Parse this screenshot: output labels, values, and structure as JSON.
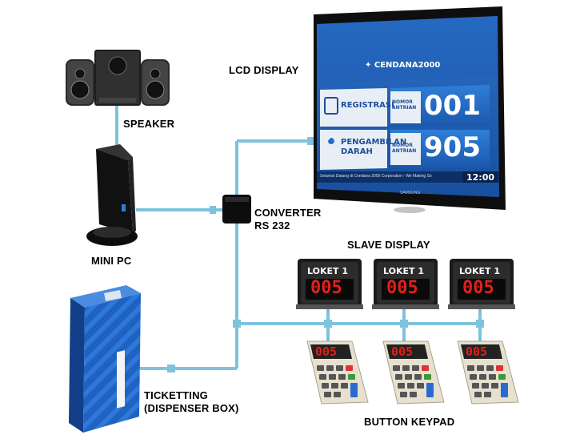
{
  "labels": {
    "lcd": "LCD DISPLAY",
    "speaker": "SPEAKER",
    "mini_pc": "MINI PC",
    "converter_line1": "CONVERTER",
    "converter_line2": "RS 232",
    "slave_display": "SLAVE DISPLAY",
    "ticketing_line1": "TICKETTING",
    "ticketing_line2": "(DISPENSER BOX)",
    "button_keypad": "BUTTON KEYPAD"
  },
  "lcd_screen": {
    "brand": "CENDANA2000",
    "rows": [
      {
        "service": "REGISTRASI",
        "service_line2": "",
        "queue_label_1": "NOMOR",
        "queue_label_2": "ANTRIAN",
        "number": "001"
      },
      {
        "service": "PENGAMBILAN",
        "service_line2": "DARAH",
        "queue_label_1": "NOMOR",
        "queue_label_2": "ANTRIAN",
        "number": "905"
      }
    ],
    "ticker": "Selamat Datang di Cendana 2000 Corporation - We Making So",
    "clock": "12:00",
    "tv_brand": "SAMSUNG"
  },
  "slave_displays": [
    {
      "title": "LOKET 1",
      "number": "005"
    },
    {
      "title": "LOKET 1",
      "number": "005"
    },
    {
      "title": "LOKET 1",
      "number": "005"
    }
  ],
  "keypads": [
    {
      "number": "005"
    },
    {
      "number": "005"
    },
    {
      "number": "005"
    }
  ],
  "colors": {
    "connector": "#7ec3dc",
    "screen_blue": "#1e5fb4",
    "led_red": "#e0201a",
    "dispenser_blue": "#1f62c2"
  }
}
